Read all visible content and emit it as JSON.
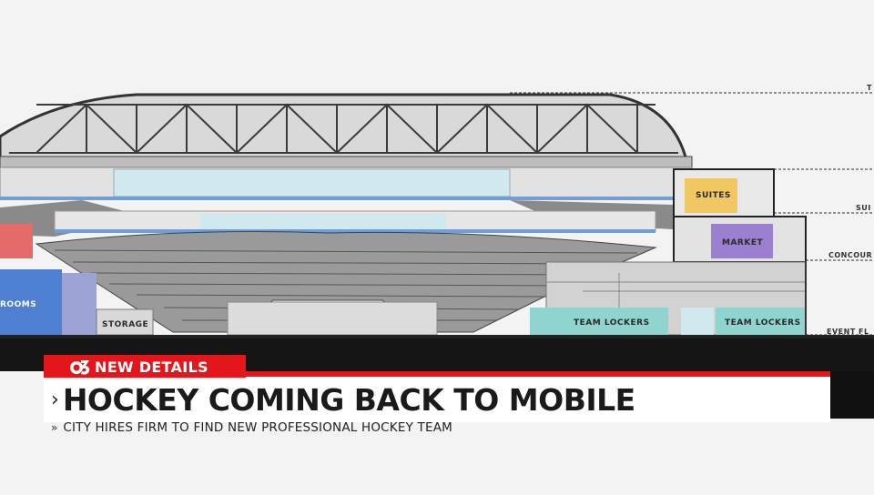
{
  "diagram": {
    "zones": {
      "suites": "SUITES",
      "market": "MARKET",
      "rooms": "ROOMS",
      "storage": "STORAGE",
      "team_lockers_1": "TEAM LOCKERS",
      "team_lockers_2": "TEAM LOCKERS"
    },
    "levels": {
      "top": "T",
      "suites_level": "SUI",
      "concourse": "CONCOUR",
      "event_floor": "EVENT FL"
    }
  },
  "lower_third": {
    "tag": "NEW DETAILS",
    "headline_chevron": "›",
    "headline": "HOCKEY COMING BACK TO MOBILE",
    "sub_chevron": "»",
    "subline": "CITY HIRES FIRM TO FIND NEW PROFESSIONAL HOCKEY TEAM"
  },
  "colors": {
    "accent_red": "#e3161b",
    "suites": "#f1c761",
    "market": "#9b7fd0",
    "lockers": "#8fd4cf",
    "rooms": "#4e7fd0",
    "ice": "#cfe9ee"
  }
}
